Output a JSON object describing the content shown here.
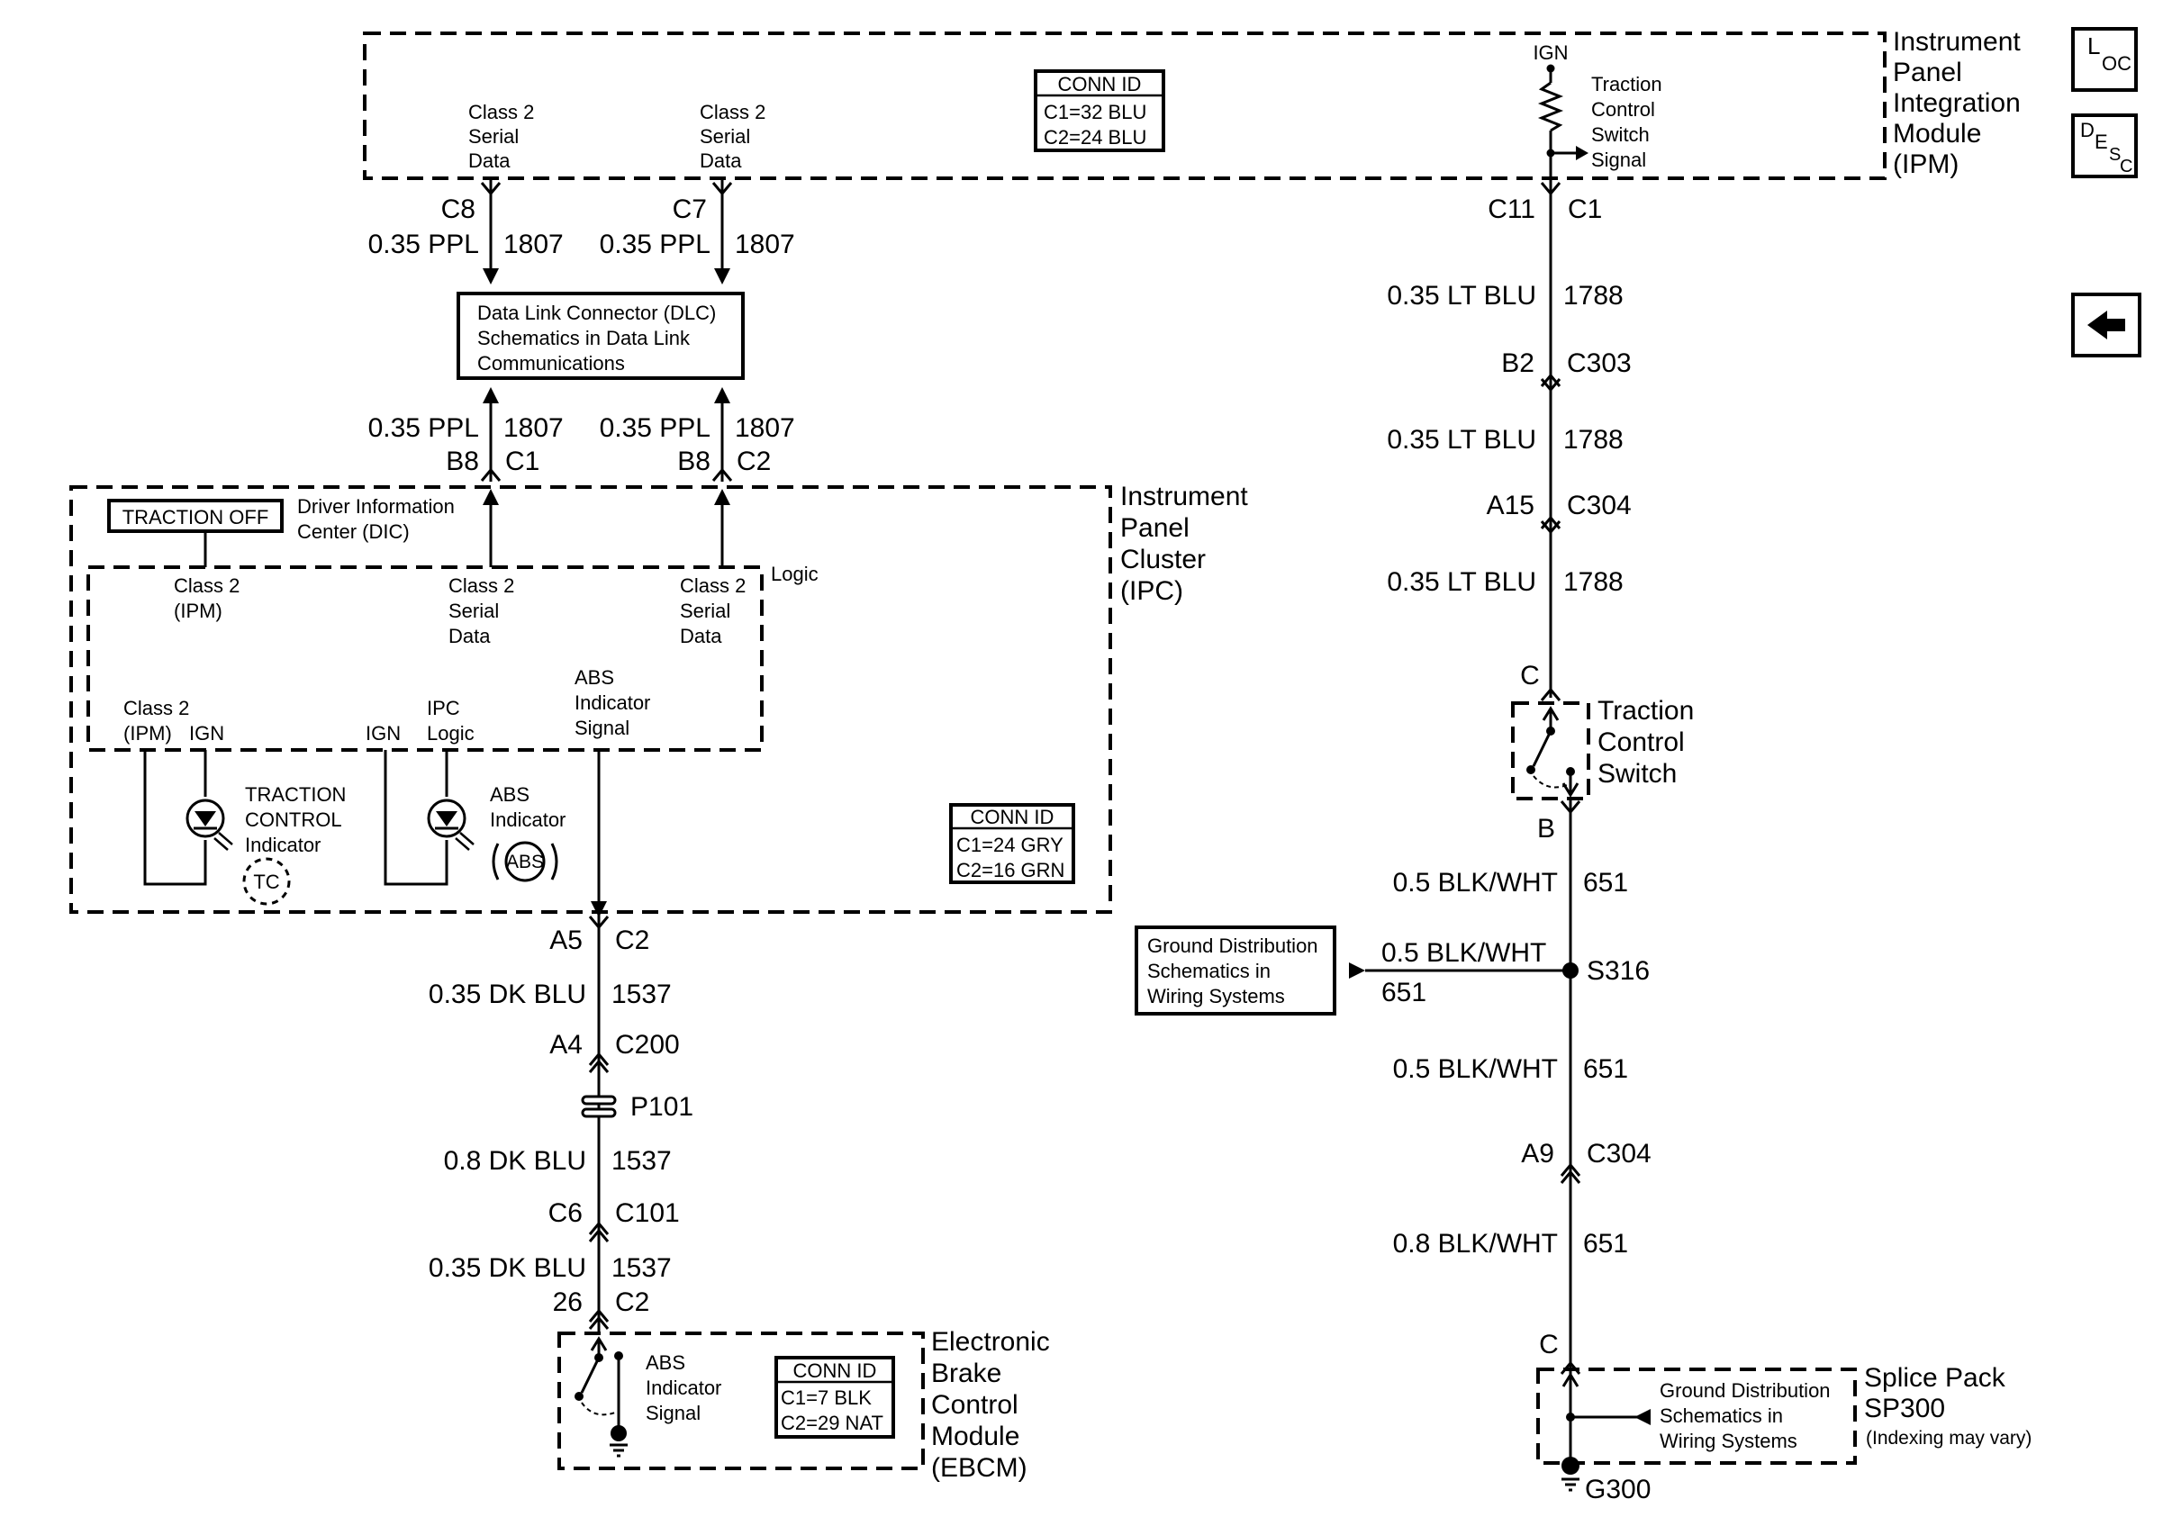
{
  "modules": {
    "ipm": {
      "name": [
        "Instrument",
        "Panel",
        "Integration",
        "Module",
        "(IPM)"
      ],
      "conn_id": {
        "title": "CONN ID",
        "c1": "C1=32 BLU",
        "c2": "C2=24 BLU"
      },
      "pin_label_left": [
        "Class 2",
        "Serial",
        "Data"
      ],
      "pin_label_right": [
        "Class 2",
        "Serial",
        "Data"
      ],
      "ign": "IGN",
      "switch_signal": [
        "Traction",
        "Control",
        "Switch",
        "Signal"
      ]
    },
    "dlc": {
      "text": [
        "Data Link Connector (DLC)",
        "Schematics in Data Link",
        "Communications"
      ]
    },
    "ipc": {
      "name": [
        "Instrument",
        "Panel",
        "Cluster",
        "(IPC)"
      ],
      "traction_off": "TRACTION OFF",
      "dic": [
        "Driver Information",
        "Center (DIC)"
      ],
      "logic": "Logic",
      "class2_ipm": [
        "Class 2",
        "(IPM)"
      ],
      "class2_serial_a": [
        "Class 2",
        "Serial",
        "Data"
      ],
      "class2_serial_b": [
        "Class 2",
        "Serial",
        "Data"
      ],
      "class2_ipm_lower": [
        "Class 2",
        "(IPM)"
      ],
      "ign_a": "IGN",
      "ign_b": "IGN",
      "ipc_logic": [
        "IPC",
        "Logic"
      ],
      "abs_signal": [
        "ABS",
        "Indicator",
        "Signal"
      ],
      "tc_indicator": [
        "TRACTION",
        "CONTROL",
        "Indicator"
      ],
      "tc_symbol": "TC",
      "abs_indicator": [
        "ABS",
        "Indicator"
      ],
      "abs_symbol": "ABS",
      "conn_id": {
        "title": "CONN ID",
        "c1": "C1=24 GRY",
        "c2": "C2=16 GRN"
      }
    },
    "ebcm": {
      "name": [
        "Electronic",
        "Brake",
        "Control",
        "Module",
        "(EBCM)"
      ],
      "signal": [
        "ABS",
        "Indicator",
        "Signal"
      ],
      "conn_id": {
        "title": "CONN ID",
        "c1": "C1=7 BLK",
        "c2": "C2=29 NAT"
      }
    },
    "tcs": {
      "name": [
        "Traction",
        "Control",
        "Switch"
      ],
      "top_pin": "C",
      "bottom_pin": "B"
    },
    "ground_dist": {
      "text": [
        "Ground Distribution",
        "Schematics in",
        "Wiring Systems"
      ]
    },
    "splice_pack": {
      "name": [
        "Splice Pack",
        "SP300"
      ],
      "note": "(Indexing may vary)",
      "pin": "C",
      "text": [
        "Ground Distribution",
        "Schematics in",
        "Wiring Systems"
      ],
      "ground": "G300"
    }
  },
  "wires": {
    "c8": "C8",
    "c7": "C7",
    "c11": "C11",
    "c1_ipm": "C1",
    "ppl_a": "0.35 PPL",
    "ppl_b": "0.35 PPL",
    "ppl_c": "0.35 PPL",
    "ppl_d": "0.35 PPL",
    "n1807_a": "1807",
    "n1807_b": "1807",
    "n1807_c": "1807",
    "n1807_d": "1807",
    "b8_a": "B8",
    "c1_ipc": "C1",
    "b8_b": "B8",
    "c2_ipc": "C2",
    "ltblu_a": "0.35 LT BLU",
    "ltblu_b": "0.35 LT BLU",
    "ltblu_c": "0.35 LT BLU",
    "n1788_a": "1788",
    "n1788_b": "1788",
    "n1788_c": "1788",
    "b2": "B2",
    "c303": "C303",
    "a15": "A15",
    "c304_a": "C304",
    "a5": "A5",
    "c2_a5": "C2",
    "dkblu_a": "0.35 DK BLU",
    "n1537_a": "1537",
    "a4": "A4",
    "c200": "C200",
    "p101": "P101",
    "dkblu_b": "0.8 DK BLU",
    "n1537_b": "1537",
    "c6": "C6",
    "c101": "C101",
    "dkblu_c": "0.35 DK BLU",
    "n1537_c": "1537",
    "pin26": "26",
    "c2_ebcm": "C2",
    "blkwht_a": "0.5 BLK/WHT",
    "n651_a": "651",
    "blkwht_s": "0.5 BLK/WHT",
    "n651_s": "651",
    "s316": "S316",
    "blkwht_b": "0.5 BLK/WHT",
    "n651_b": "651",
    "a9": "A9",
    "c304_b": "C304",
    "blkwht_c": "0.8 BLK/WHT",
    "n651_c": "651"
  },
  "side_buttons": {
    "loc": {
      "big": "L",
      "small": "OC"
    },
    "desc": {
      "big": "D",
      "mid": "E",
      "small1": "S",
      "small2": "C"
    },
    "back_icon": "left-arrow-icon"
  }
}
